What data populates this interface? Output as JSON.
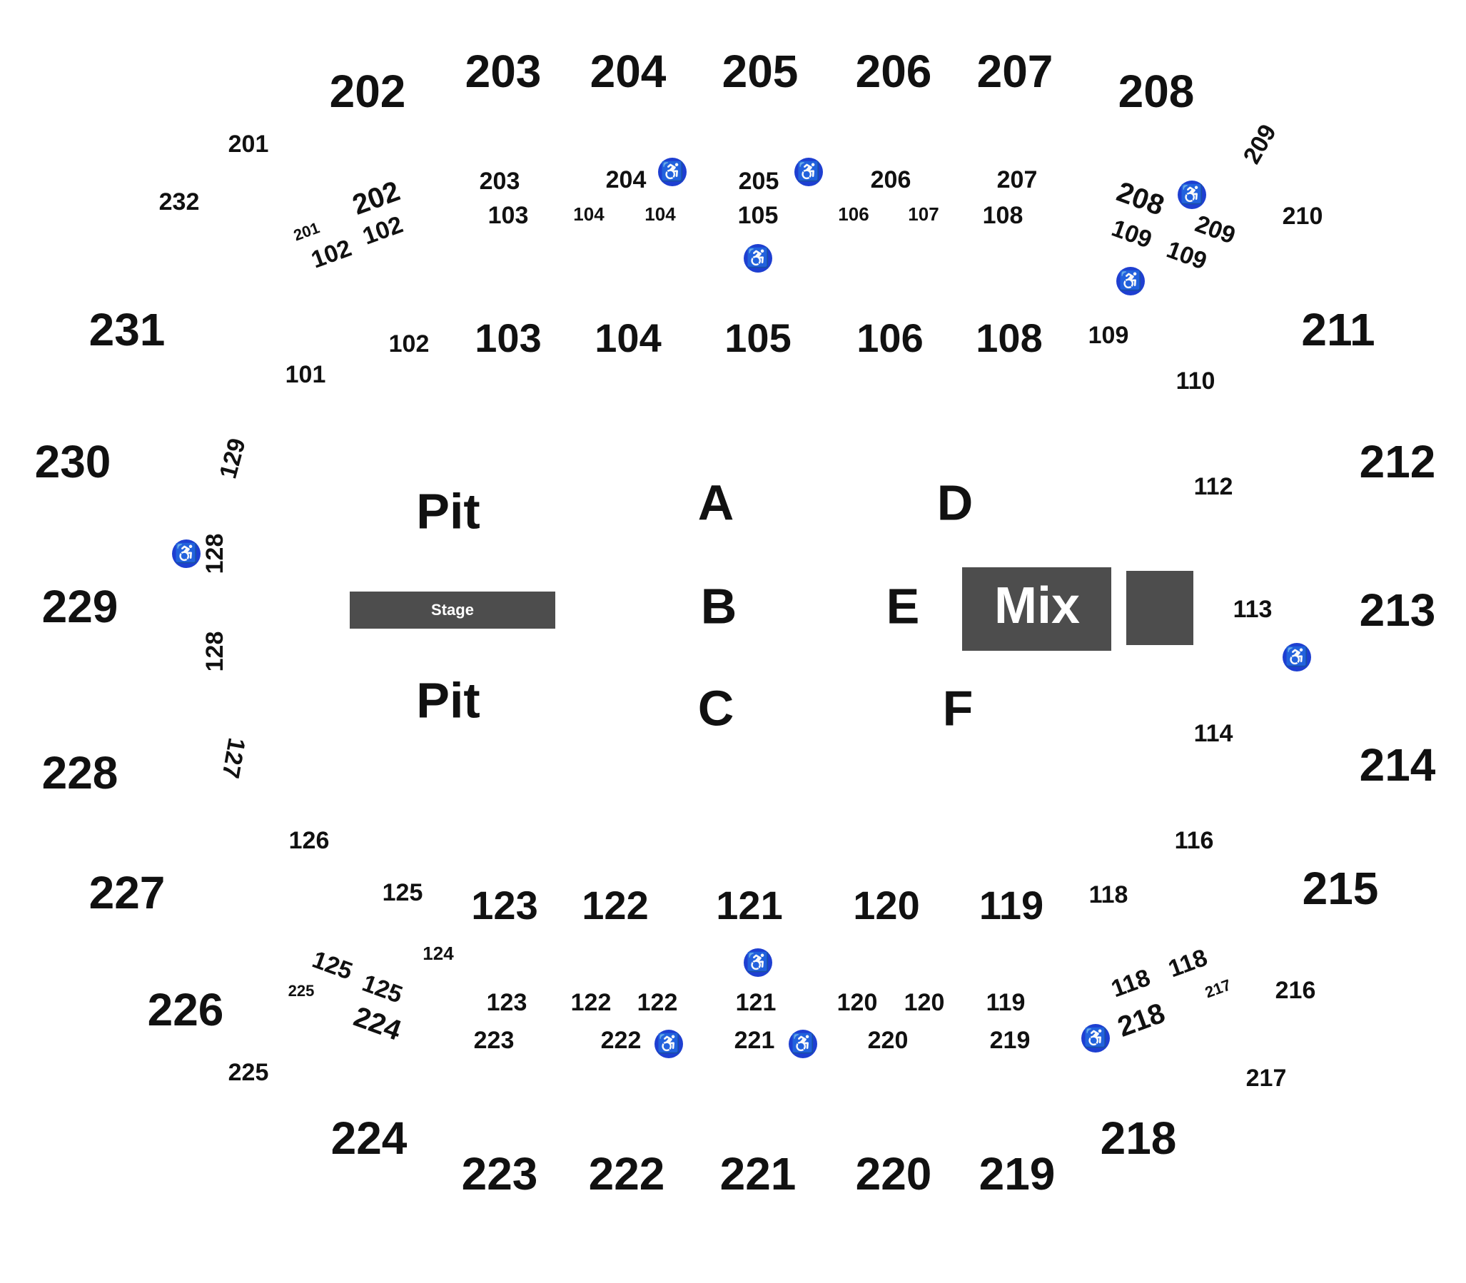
{
  "colors": {
    "text": "#111111",
    "block": "#4d4d4d",
    "accessible": "#1e3fd1",
    "background": "#ffffff"
  },
  "stage": {
    "label": "Stage"
  },
  "mix": {
    "label": "Mix"
  },
  "pit": {
    "label": "Pit"
  },
  "accessible_icon": "wheelchair-icon",
  "floor_sections": [
    "A",
    "B",
    "C",
    "D",
    "E",
    "F"
  ],
  "sections": {
    "s201": "201",
    "s202": "202",
    "s203": "203",
    "s204": "204",
    "s205": "205",
    "s206": "206",
    "s207": "207",
    "s208": "208",
    "s209": "209",
    "s210": "210",
    "s211": "211",
    "s212": "212",
    "s213": "213",
    "s214": "214",
    "s215": "215",
    "s216": "216",
    "s217": "217",
    "s218": "218",
    "s219": "219",
    "s220": "220",
    "s221": "221",
    "s222": "222",
    "s223": "223",
    "s224": "224",
    "s225": "225",
    "s226": "226",
    "s227": "227",
    "s228": "228",
    "s229": "229",
    "s230": "230",
    "s231": "231",
    "s232": "232",
    "s101": "101",
    "s102": "102",
    "s103": "103",
    "s104": "104",
    "s105": "105",
    "s106": "106",
    "s107": "107",
    "s108": "108",
    "s109": "109",
    "s110": "110",
    "s112": "112",
    "s113": "113",
    "s114": "114",
    "s116": "116",
    "s118": "118",
    "s119": "119",
    "s120": "120",
    "s121": "121",
    "s122": "122",
    "s123": "123",
    "s124": "124",
    "s125": "125",
    "s126": "126",
    "s127": "127",
    "s128": "128",
    "s129": "129"
  }
}
